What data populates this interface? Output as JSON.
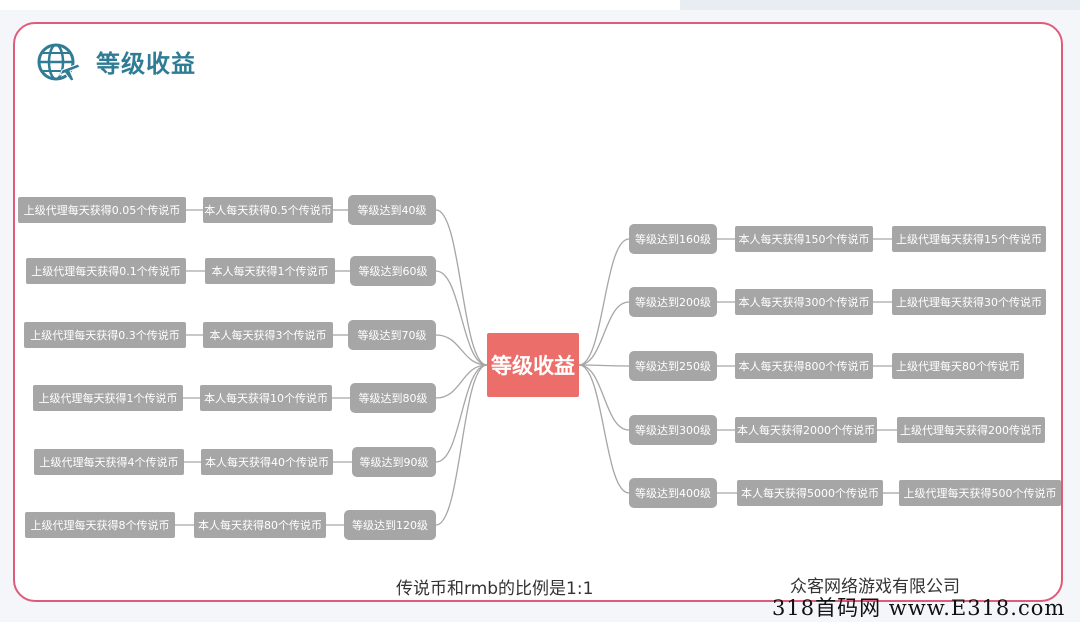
{
  "header": {
    "title": "等级收益",
    "icon": "globe-plane-icon"
  },
  "center_label": "等级收益",
  "left_branches": [
    {
      "level": "等级达到40级",
      "self": "本人每天获得0.5个传说币",
      "upline": "上级代理每天获得0.05个传说币"
    },
    {
      "level": "等级达到60级",
      "self": "本人每天获得1个传说币",
      "upline": "上级代理每天获得0.1个传说币"
    },
    {
      "level": "等级达到70级",
      "self": "本人每天获得3个传说币",
      "upline": "上级代理每天获得0.3个传说币"
    },
    {
      "level": "等级达到80级",
      "self": "本人每天获得10个传说币",
      "upline": "上级代理每天获得1个传说币"
    },
    {
      "level": "等级达到90级",
      "self": "本人每天获得40个传说币",
      "upline": "上级代理每天获得4个传说币"
    },
    {
      "level": "等级达到120级",
      "self": "本人每天获得80个传说币",
      "upline": "上级代理每天获得8个传说币"
    }
  ],
  "right_branches": [
    {
      "level": "等级达到160级",
      "self": "本人每天获得150个传说币",
      "upline": "上级代理每天获得15个传说币"
    },
    {
      "level": "等级达到200级",
      "self": "本人每天获得300个传说币",
      "upline": "上级代理每天获得30个传说币"
    },
    {
      "level": "等级达到250级",
      "self": "本人每天获得800个传说币",
      "upline": "上级代理每天80个传说币"
    },
    {
      "level": "等级达到300级",
      "self": "本人每天获得2000个传说币",
      "upline": "上级代理每天获得200传说币"
    },
    {
      "level": "等级达到400级",
      "self": "本人每天获得5000个传说币",
      "upline": "上级代理每天获得500个传说币"
    }
  ],
  "footer": {
    "ratio": "传说币和rmb的比例是1:1",
    "company": "众客网络游戏有限公司",
    "watermark": "318首码网 www.E318.com"
  },
  "colors": {
    "node": "#a6a6a6",
    "center": "#ec6e6a",
    "frame": "#e05b7a",
    "title": "#2f7d95",
    "line": "#a6a6a6"
  }
}
